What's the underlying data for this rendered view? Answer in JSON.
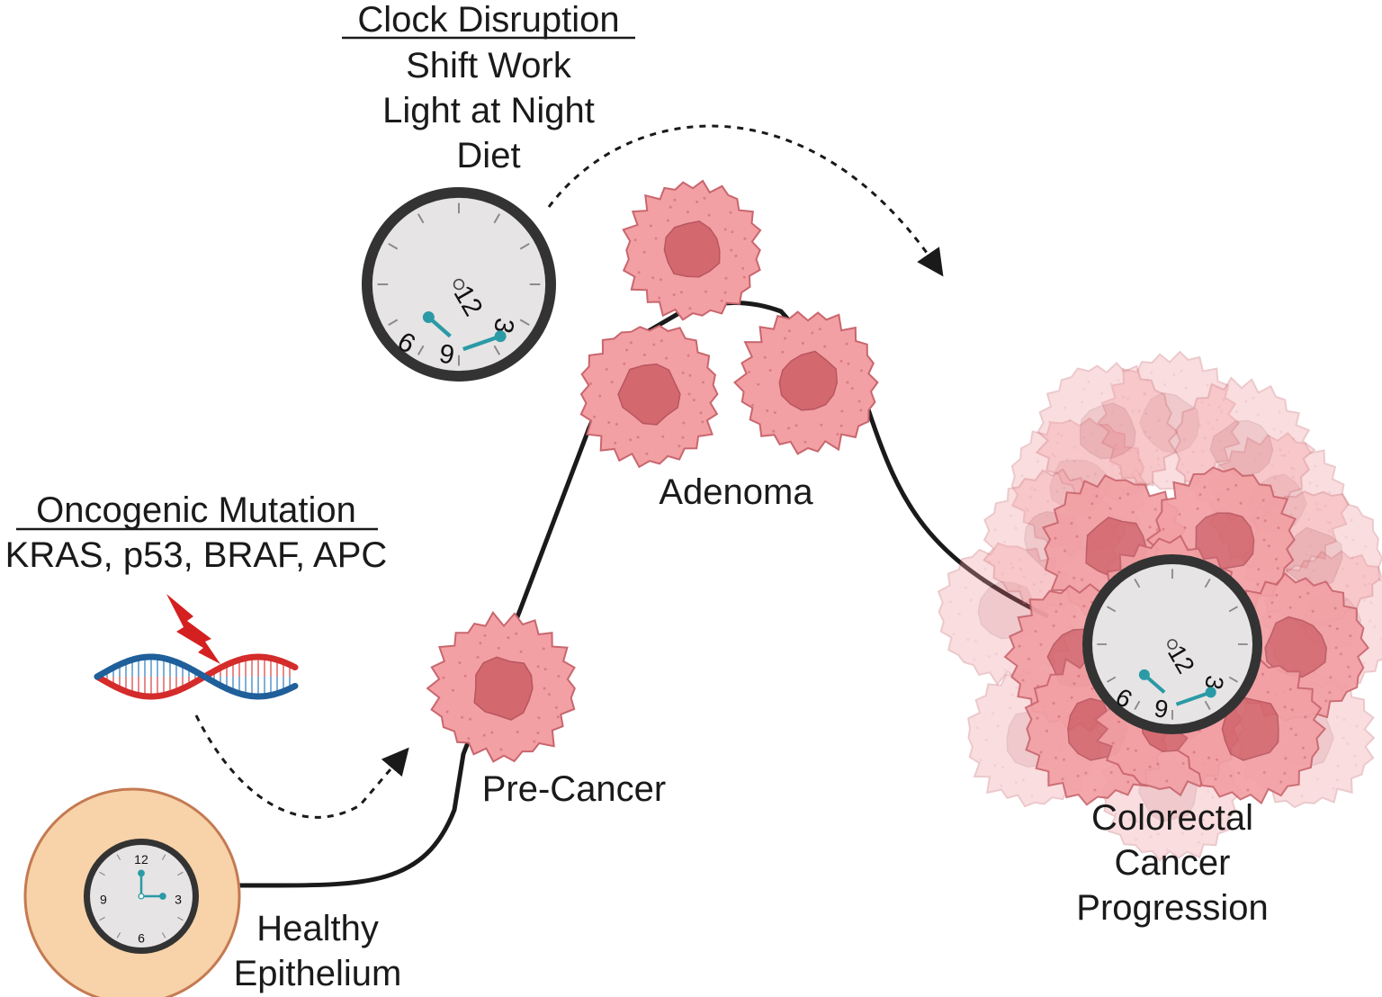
{
  "clock_disruption": {
    "heading": "Clock Disruption",
    "items": [
      "Shift Work",
      "Light at Night",
      "Diet"
    ]
  },
  "oncogenic_mutation": {
    "heading": "Oncogenic Mutation",
    "genes": "KRAS, p53, BRAF, APC"
  },
  "stages": {
    "healthy": [
      "Healthy",
      "Epithelium"
    ],
    "precancer": "Pre-Cancer",
    "adenoma": "Adenoma",
    "crc": [
      "Colorectal",
      "Cancer",
      "Progression"
    ]
  },
  "clock_numbers": [
    "12",
    "3",
    "6",
    "9"
  ],
  "colors": {
    "cell_fill": "#f2a0a4",
    "cell_stroke": "#c9666e",
    "nucleus": "#d4686f",
    "healthy_cell": "#f8d2a8",
    "healthy_stroke": "#c47a52",
    "clock_rim": "#333333",
    "clock_face": "#e6e4e4",
    "clock_hand": "#2a9aa6",
    "dna_red": "#d42b2b",
    "dna_blue": "#1f5f9a",
    "bolt": "#d42020"
  }
}
